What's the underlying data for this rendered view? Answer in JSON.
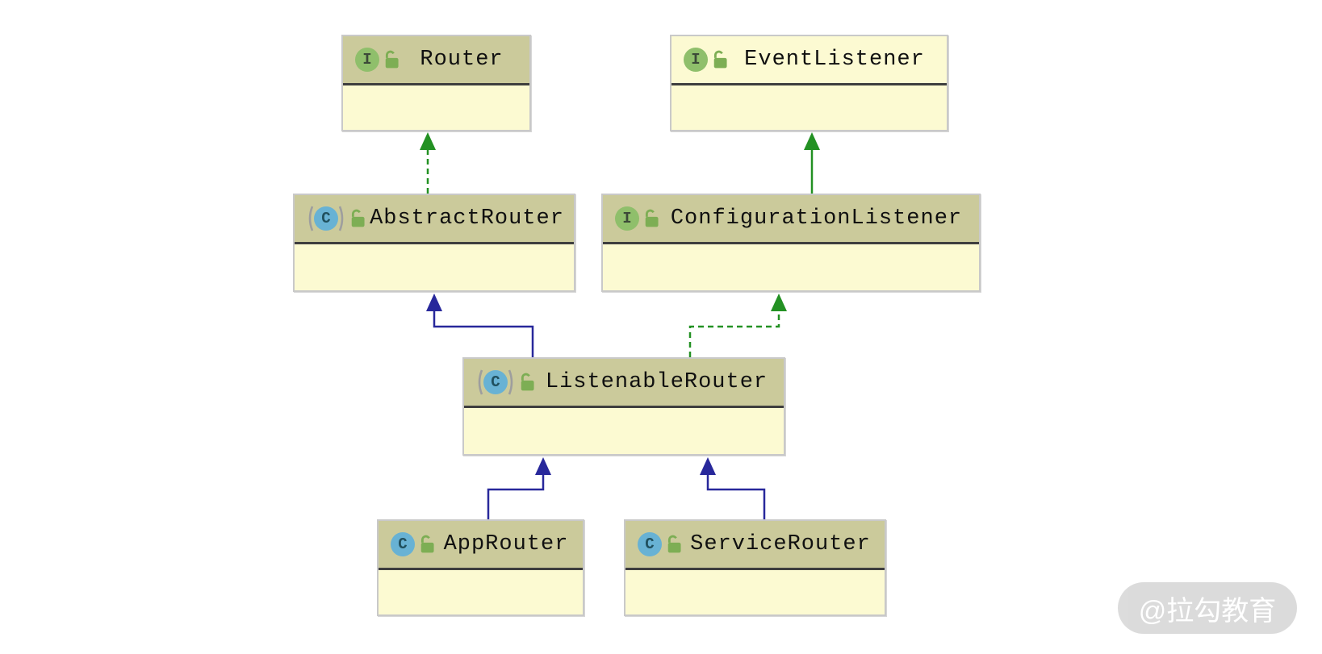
{
  "diagram": {
    "classes": [
      {
        "name": "Router",
        "badge": "I",
        "kind": "interface",
        "abstract": false
      },
      {
        "name": "EventListener",
        "badge": "I",
        "kind": "interface",
        "abstract": false
      },
      {
        "name": "AbstractRouter",
        "badge": "C",
        "kind": "abstract-class",
        "abstract": true
      },
      {
        "name": "ConfigurationListener",
        "badge": "I",
        "kind": "interface",
        "abstract": false
      },
      {
        "name": "ListenableRouter",
        "badge": "C",
        "kind": "abstract-class",
        "abstract": true
      },
      {
        "name": "AppRouter",
        "badge": "C",
        "kind": "class",
        "abstract": false
      },
      {
        "name": "ServiceRouter",
        "badge": "C",
        "kind": "class",
        "abstract": false
      }
    ],
    "relations": [
      {
        "from": "AbstractRouter",
        "to": "Router",
        "type": "implements",
        "line": "dashed-green"
      },
      {
        "from": "ConfigurationListener",
        "to": "EventListener",
        "type": "extends",
        "line": "solid-green"
      },
      {
        "from": "ListenableRouter",
        "to": "AbstractRouter",
        "type": "extends",
        "line": "solid-blue"
      },
      {
        "from": "ListenableRouter",
        "to": "ConfigurationListener",
        "type": "implements",
        "line": "dashed-green"
      },
      {
        "from": "AppRouter",
        "to": "ListenableRouter",
        "type": "extends",
        "line": "solid-blue"
      },
      {
        "from": "ServiceRouter",
        "to": "ListenableRouter",
        "type": "extends",
        "line": "solid-blue"
      }
    ]
  },
  "colors": {
    "header_olive": "#cbca9b",
    "body_yellow": "#fcfad2",
    "separator_dark": "#3e3e3e",
    "border_gray": "#c9c9c9",
    "interface_badge_green": "#8fbf6b",
    "class_badge_blue": "#68b2d4",
    "lock_green": "#7dae54",
    "paren_gray": "#9e9e9e",
    "arrow_blue": "#28289b",
    "arrow_green": "#239123",
    "watermark_bg": "#d8d8d8",
    "watermark_text": "#ffffff"
  },
  "watermark": {
    "text": "@拉勾教育"
  }
}
